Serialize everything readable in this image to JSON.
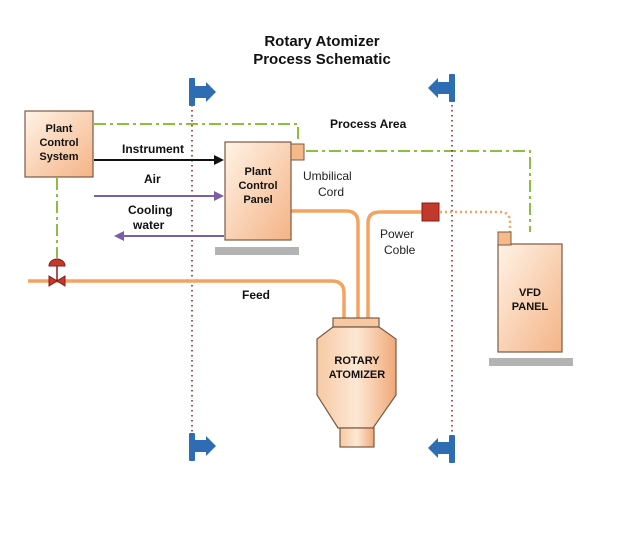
{
  "title": {
    "line1": "Rotary Atomizer",
    "line2": "Process Schematic"
  },
  "boxes": {
    "plant_control_system": [
      "Plant",
      "Control",
      "System"
    ],
    "plant_control_panel": [
      "Plant",
      "Control",
      "Panel"
    ],
    "rotary_atomizer": [
      "ROTARY",
      "ATOMIZER"
    ],
    "vfd_panel": [
      "VFD",
      "PANEL"
    ]
  },
  "labels": {
    "process_area": "Process Area",
    "instrument": "Instrument",
    "air": "Air",
    "cooling_line1": "Cooling",
    "cooling_line2": "water",
    "umbilical_line1": "Umbilical",
    "umbilical_line2": "Cord",
    "power_line1": "Power",
    "power_line2": "Coble",
    "feed": "Feed"
  },
  "colors": {
    "box_fill_light": "#fde8d4",
    "box_fill_dark": "#f6b98a",
    "box_stroke": "#7a5a44",
    "orange_pipe": "#f4a460",
    "green_dashdot": "#8cbf3f",
    "purple_arrow": "#7b5ea7",
    "blue_marker": "#2e6db4",
    "red_valve": "#c0392b",
    "base_gray": "#b3b3b3"
  }
}
